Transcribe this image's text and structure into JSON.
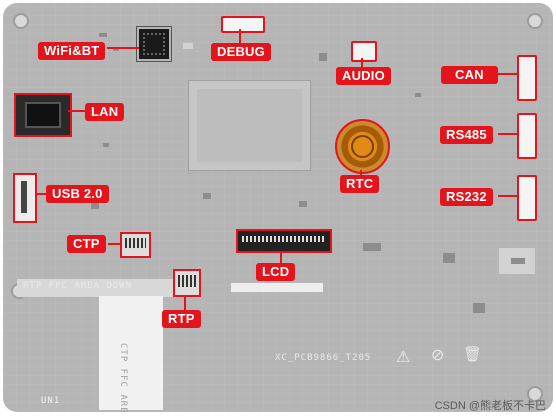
{
  "board": {
    "silkscreen_model": "XC_PCB9866_T205",
    "silkscreen_rtp_area": "RTP FFC AREA DOWN",
    "silkscreen_ctp_area": "CTP FFC AREA",
    "silkscreen_ref": "UN1"
  },
  "labels": {
    "wifi_bt": "WiFi&BT",
    "debug": "DEBUG",
    "audio": "AUDIO",
    "can": "CAN",
    "lan": "LAN",
    "rs485": "RS485",
    "usb": "USB 2.0",
    "rtc": "RTC",
    "rs232": "RS232",
    "ctp": "CTP",
    "lcd": "LCD",
    "rtp": "RTP"
  },
  "watermark": "CSDN @熊老板不卡巴",
  "colors": {
    "label_bg": "#e4141c",
    "label_text": "#ffffff",
    "board": "#b5b5b5"
  }
}
